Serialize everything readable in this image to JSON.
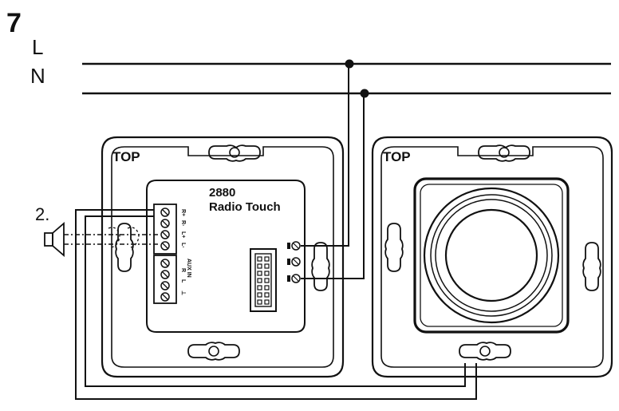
{
  "figure": {
    "step_number": "7",
    "lines": {
      "live": "L",
      "neutral": "N"
    },
    "sub_step": "2."
  },
  "left_module": {
    "orientation_label": "TOP",
    "model_number": "2880",
    "model_name": "Radio Touch",
    "terminal_labels": [
      "R+",
      "R-",
      "L+",
      "L-"
    ],
    "aux_label": "AUX IN",
    "aux_pins": [
      "R",
      "L",
      "⊥"
    ]
  },
  "right_module": {
    "orientation_label": "TOP"
  }
}
